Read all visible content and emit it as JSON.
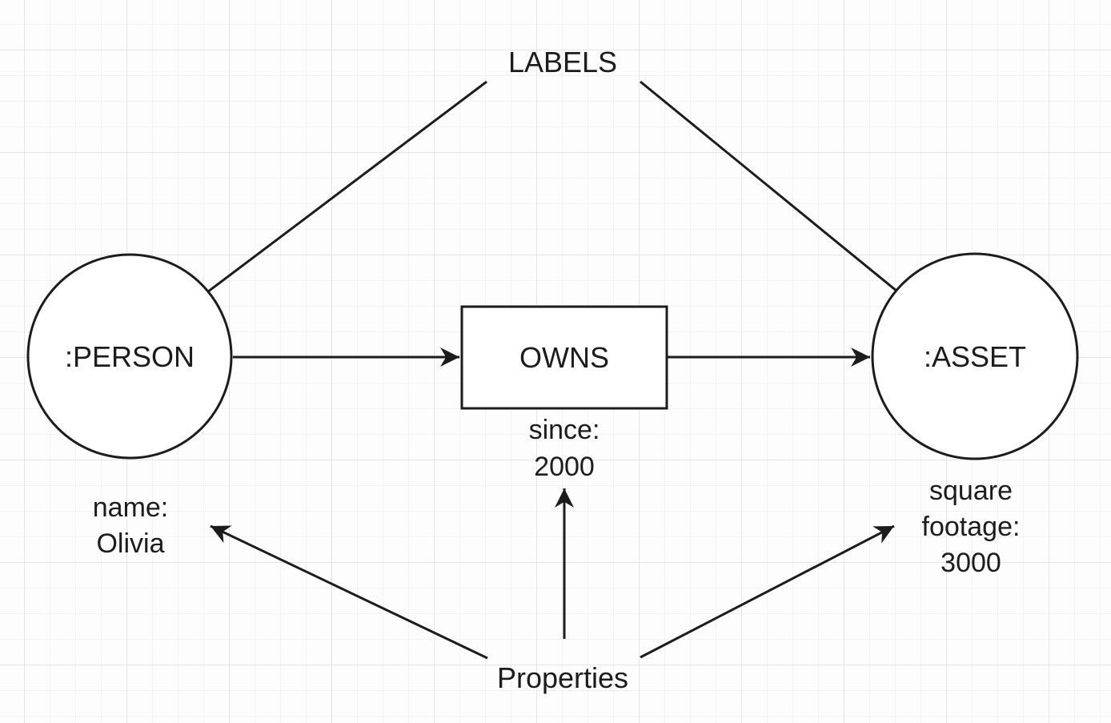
{
  "diagram": {
    "annotations": {
      "labels_title": "LABELS",
      "properties_title": "Properties"
    },
    "nodes": {
      "person": {
        "label": ":PERSON"
      },
      "asset": {
        "label": ":ASSET"
      }
    },
    "relationship": {
      "label": "OWNS"
    },
    "properties": {
      "person": {
        "line1": "name:",
        "line2": "Olivia"
      },
      "relationship": {
        "line1": "since:",
        "line2": "2000"
      },
      "asset": {
        "line1": "square",
        "line2": "footage:",
        "line3": "3000"
      }
    },
    "colors": {
      "stroke": "#1c1c1c",
      "background": "#fdfdfd",
      "grid_minor": "#f2f2f2",
      "grid_major": "#e4e4e4"
    }
  }
}
